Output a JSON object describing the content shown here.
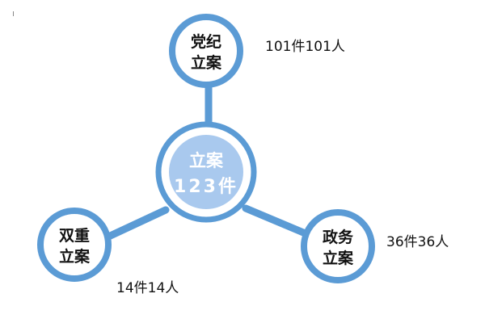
{
  "colors": {
    "ring": "#5b9bd5",
    "node_fill": "#ffffff",
    "center_fill": "#a9c9ee",
    "line": "#5b9bd5",
    "text": "#111111",
    "center_text": "#ffffff"
  },
  "center": {
    "line1": "立案",
    "line2": "123件"
  },
  "nodes": {
    "top": {
      "line1": "党纪",
      "line2": "立案",
      "count": "101件101人"
    },
    "left": {
      "line1": "双重",
      "line2": "立案",
      "count": "14件14人"
    },
    "right": {
      "line1": "政务",
      "line2": "立案",
      "count": "36件36人"
    }
  }
}
